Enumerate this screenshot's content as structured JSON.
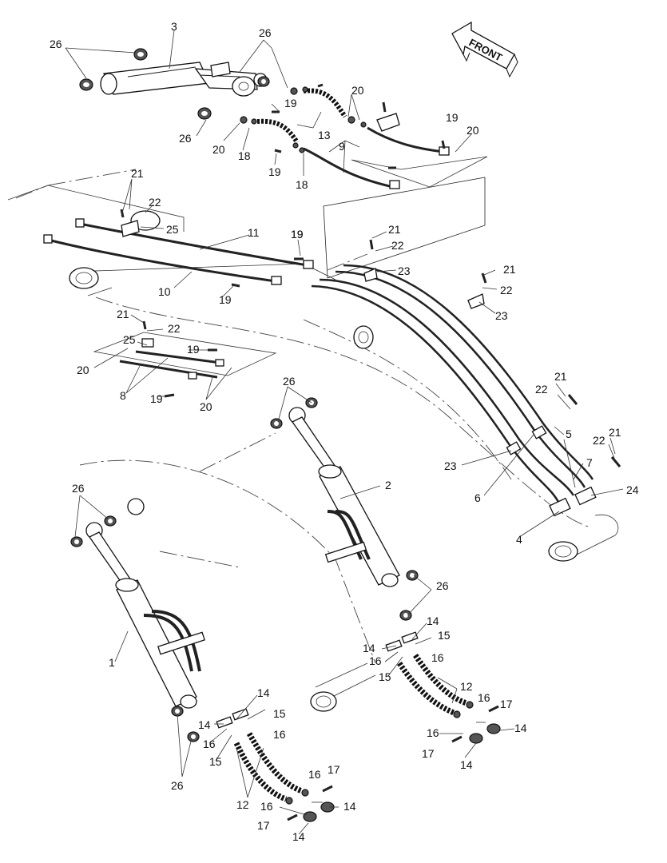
{
  "direction_label": "FRONT",
  "callouts": [
    {
      "id": "c26a",
      "text": "26"
    },
    {
      "id": "c3",
      "text": "3"
    },
    {
      "id": "c26b",
      "text": "26"
    },
    {
      "id": "c20a",
      "text": "20"
    },
    {
      "id": "c19a",
      "text": "19"
    },
    {
      "id": "c26c",
      "text": "26"
    },
    {
      "id": "c20b",
      "text": "20"
    },
    {
      "id": "c18a",
      "text": "18"
    },
    {
      "id": "c13",
      "text": "13"
    },
    {
      "id": "c19b",
      "text": "19"
    },
    {
      "id": "c20c",
      "text": "20"
    },
    {
      "id": "c9",
      "text": "9"
    },
    {
      "id": "c19c",
      "text": "19"
    },
    {
      "id": "c18b",
      "text": "18"
    },
    {
      "id": "c19d",
      "text": "19"
    },
    {
      "id": "c21a",
      "text": "21"
    },
    {
      "id": "c22a",
      "text": "22"
    },
    {
      "id": "c25a",
      "text": "25"
    },
    {
      "id": "c11",
      "text": "11"
    },
    {
      "id": "c19e",
      "text": "19"
    },
    {
      "id": "c10",
      "text": "10"
    },
    {
      "id": "c19f",
      "text": "19"
    },
    {
      "id": "c21b",
      "text": "21"
    },
    {
      "id": "c22b",
      "text": "22"
    },
    {
      "id": "c23a",
      "text": "23"
    },
    {
      "id": "c21c",
      "text": "21"
    },
    {
      "id": "c22c",
      "text": "22"
    },
    {
      "id": "c23b",
      "text": "23"
    },
    {
      "id": "c21d",
      "text": "21"
    },
    {
      "id": "c22d",
      "text": "22"
    },
    {
      "id": "c25b",
      "text": "25"
    },
    {
      "id": "c19g",
      "text": "19"
    },
    {
      "id": "c20d",
      "text": "20"
    },
    {
      "id": "c8",
      "text": "8"
    },
    {
      "id": "c19h",
      "text": "19"
    },
    {
      "id": "c20e",
      "text": "20"
    },
    {
      "id": "c21e",
      "text": "21"
    },
    {
      "id": "c22e",
      "text": "22"
    },
    {
      "id": "c5",
      "text": "5"
    },
    {
      "id": "c21f",
      "text": "21"
    },
    {
      "id": "c22f",
      "text": "22"
    },
    {
      "id": "c7",
      "text": "7"
    },
    {
      "id": "c23c",
      "text": "23"
    },
    {
      "id": "c6",
      "text": "6"
    },
    {
      "id": "c24",
      "text": "24"
    },
    {
      "id": "c4",
      "text": "4"
    },
    {
      "id": "c26d",
      "text": "26"
    },
    {
      "id": "c2",
      "text": "2"
    },
    {
      "id": "c26e",
      "text": "26"
    },
    {
      "id": "c26f",
      "text": "26"
    },
    {
      "id": "c1",
      "text": "1"
    },
    {
      "id": "c14a",
      "text": "14"
    },
    {
      "id": "c14b",
      "text": "14"
    },
    {
      "id": "c15a",
      "text": "15"
    },
    {
      "id": "c16a",
      "text": "16"
    },
    {
      "id": "c15b",
      "text": "15"
    },
    {
      "id": "c16b",
      "text": "16"
    },
    {
      "id": "c12a",
      "text": "12"
    },
    {
      "id": "c16c",
      "text": "16"
    },
    {
      "id": "c17a",
      "text": "17"
    },
    {
      "id": "c16d",
      "text": "16"
    },
    {
      "id": "c14c",
      "text": "14"
    },
    {
      "id": "c17b",
      "text": "17"
    },
    {
      "id": "c14d",
      "text": "14"
    },
    {
      "id": "c14e",
      "text": "14"
    },
    {
      "id": "c14f",
      "text": "14"
    },
    {
      "id": "c15c",
      "text": "15"
    },
    {
      "id": "c16e",
      "text": "16"
    },
    {
      "id": "c16f",
      "text": "16"
    },
    {
      "id": "c15d",
      "text": "15"
    },
    {
      "id": "c26g",
      "text": "26"
    },
    {
      "id": "c12b",
      "text": "12"
    },
    {
      "id": "c16g",
      "text": "16"
    },
    {
      "id": "c17c",
      "text": "17"
    },
    {
      "id": "c16h",
      "text": "16"
    },
    {
      "id": "c14g",
      "text": "14"
    },
    {
      "id": "c17d",
      "text": "17"
    },
    {
      "id": "c14h",
      "text": "14"
    }
  ]
}
